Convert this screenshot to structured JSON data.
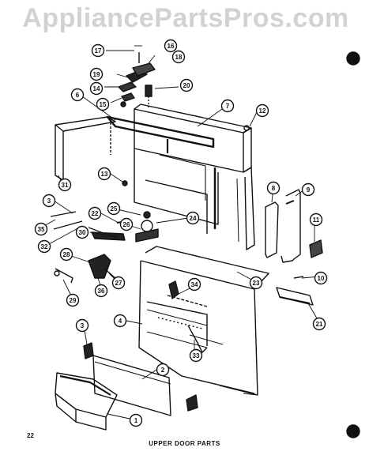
{
  "watermark": "AppliancePartsPros.com",
  "page_number": "22",
  "caption": "UPPER DOOR PARTS",
  "callouts": [
    {
      "id": "c1",
      "label": "1"
    },
    {
      "id": "c2",
      "label": "2"
    },
    {
      "id": "c3a",
      "label": "3"
    },
    {
      "id": "c3b",
      "label": "3"
    },
    {
      "id": "c4",
      "label": "4"
    },
    {
      "id": "c6",
      "label": "6"
    },
    {
      "id": "c7",
      "label": "7"
    },
    {
      "id": "c8",
      "label": "8"
    },
    {
      "id": "c9",
      "label": "9"
    },
    {
      "id": "c10",
      "label": "10"
    },
    {
      "id": "c11",
      "label": "11"
    },
    {
      "id": "c12",
      "label": "12"
    },
    {
      "id": "c13",
      "label": "13"
    },
    {
      "id": "c14",
      "label": "14"
    },
    {
      "id": "c15",
      "label": "15"
    },
    {
      "id": "c16",
      "label": "16"
    },
    {
      "id": "c17",
      "label": "17"
    },
    {
      "id": "c18",
      "label": "18"
    },
    {
      "id": "c19",
      "label": "19"
    },
    {
      "id": "c20",
      "label": "20"
    },
    {
      "id": "c21",
      "label": "21"
    },
    {
      "id": "c22",
      "label": "22"
    },
    {
      "id": "c23",
      "label": "23"
    },
    {
      "id": "c24",
      "label": "24"
    },
    {
      "id": "c25",
      "label": "25"
    },
    {
      "id": "c26",
      "label": "26"
    },
    {
      "id": "c27",
      "label": "27"
    },
    {
      "id": "c28",
      "label": "28"
    },
    {
      "id": "c29",
      "label": "29"
    },
    {
      "id": "c30",
      "label": "30"
    },
    {
      "id": "c31",
      "label": "31"
    },
    {
      "id": "c32",
      "label": "32"
    },
    {
      "id": "c33",
      "label": "33"
    },
    {
      "id": "c34",
      "label": "34"
    },
    {
      "id": "c35",
      "label": "35"
    },
    {
      "id": "c36",
      "label": "36"
    }
  ]
}
